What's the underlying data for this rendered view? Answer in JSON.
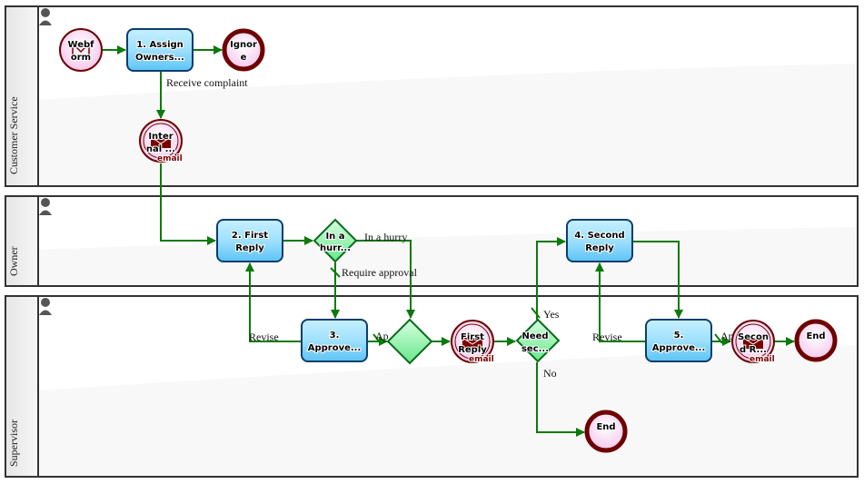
{
  "lanes": [
    {
      "title": "Customer Service"
    },
    {
      "title": "Owner"
    },
    {
      "title": "Supervisor"
    }
  ],
  "nodes": {
    "webform": {
      "line1": "Webf",
      "line2": "orm"
    },
    "task1": {
      "line1": "1. Assign",
      "line2": "Owners..."
    },
    "ignore": {
      "line1": "Ignor",
      "line2": "e"
    },
    "internal_email": {
      "line1": "Inter",
      "line2": "nal ...",
      "tag": "email"
    },
    "task2": {
      "line1": "2. First",
      "line2": "Reply"
    },
    "gw_hurry": {
      "line1": "In a",
      "line2": "hurr..."
    },
    "task3": {
      "line1": "3.",
      "line2": "Approve..."
    },
    "first_reply_email": {
      "line1": "First",
      "line2": "Reply",
      "tag": "email"
    },
    "gw_need": {
      "line1": "Need",
      "line2": "sec..."
    },
    "task4": {
      "line1": "4. Second",
      "line2": "Reply"
    },
    "task5": {
      "line1": "5.",
      "line2": "Approve..."
    },
    "second_reply_email": {
      "line1": "Secon",
      "line2": "d R...",
      "tag": "email"
    },
    "end1": {
      "label": "End"
    },
    "end2": {
      "label": "End"
    }
  },
  "edge_labels": {
    "receive_complaint": "Receive complaint",
    "in_a_hurry": "In a hurry",
    "require_approval": "Require approval",
    "revise1": "Revise",
    "approve1": "Ap",
    "yes": "Yes",
    "no": "No",
    "revise2": "Revise",
    "approve2": "Ap"
  },
  "colors": {
    "edge": "#0a7a0a",
    "task_fill": "#7fd0f8",
    "task_border": "#0b3e6e",
    "event_border": "#6e0000",
    "event_fill": "#fbd9f3",
    "gateway_fill": "#8ff0a8",
    "gateway_border": "#0a6a1e"
  }
}
